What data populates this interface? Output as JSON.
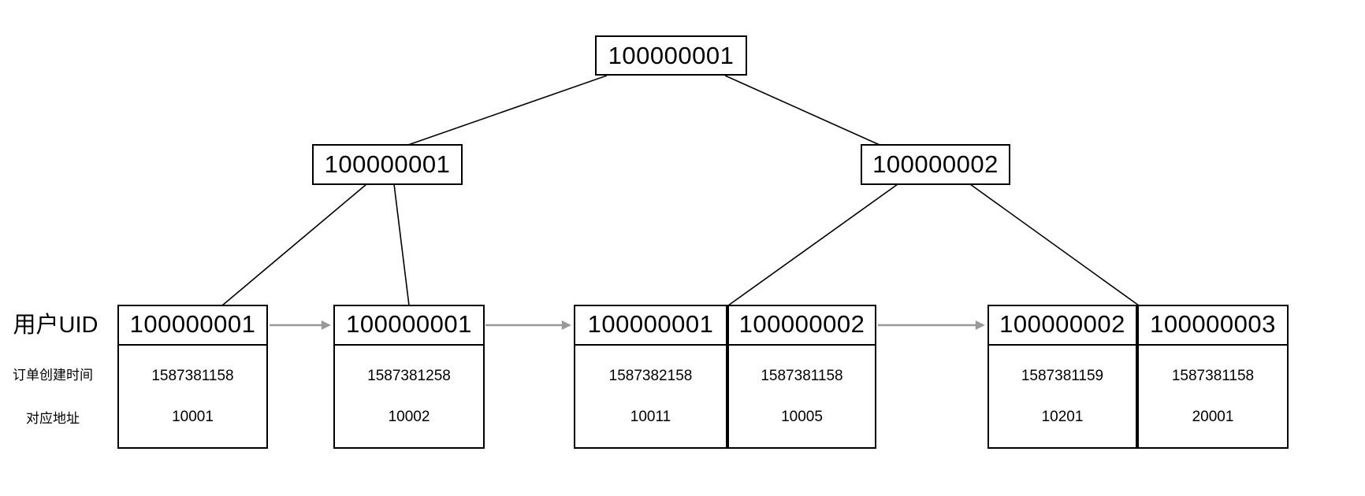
{
  "diagram": {
    "type": "bplus-tree-index",
    "row_labels": {
      "uid": "用户UID",
      "time": "订单创建时间",
      "addr": "对应地址"
    },
    "tree": {
      "root": {
        "key": "100000001"
      },
      "internal": [
        {
          "key": "100000001"
        },
        {
          "key": "100000002"
        }
      ],
      "leaves": [
        {
          "cells": [
            {
              "uid": "100000001",
              "time": "1587381158",
              "addr": "10001"
            }
          ]
        },
        {
          "cells": [
            {
              "uid": "100000001",
              "time": "1587381258",
              "addr": "10002"
            }
          ]
        },
        {
          "cells": [
            {
              "uid": "100000001",
              "time": "1587382158",
              "addr": "10011"
            },
            {
              "uid": "100000002",
              "time": "1587381158",
              "addr": "10005"
            }
          ]
        },
        {
          "cells": [
            {
              "uid": "100000002",
              "time": "1587381159",
              "addr": "10201"
            },
            {
              "uid": "100000003",
              "time": "1587381158",
              "addr": "20001"
            }
          ]
        }
      ]
    },
    "colors": {
      "background": "#ffffff",
      "border": "#000000",
      "text": "#000000",
      "tree_line": "#000000",
      "arrow": "#999999"
    }
  }
}
